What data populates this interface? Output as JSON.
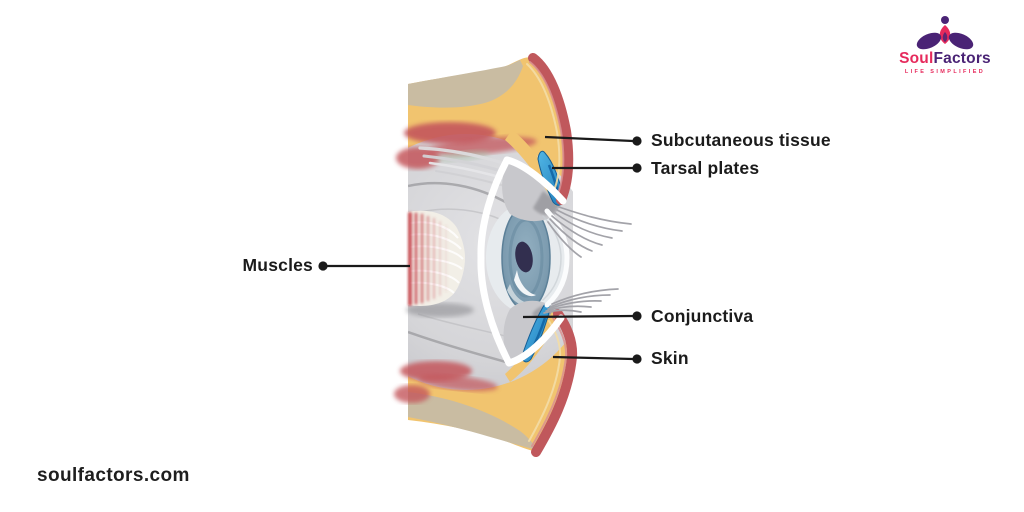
{
  "meta": {
    "type": "anatomical-diagram",
    "subject": "Cross-section of the human eye and eyelids"
  },
  "brand": {
    "name_primary": "Soul",
    "name_secondary": "Factors",
    "tagline": "LIFE SIMPLIFIED",
    "flower_icon": "lotus-person-flower"
  },
  "footer": {
    "website": "soulfactors.com"
  },
  "colors": {
    "brand-pink": "#e62a5c",
    "brand-purple": "#4a2375",
    "label-ink": "#1b1b1b",
    "leader-ink": "#1a1a1a",
    "fat-yellow": "#f1c46f",
    "bone-tan": "#c9bca2",
    "muscle-red": "#c0585c",
    "streak-red": "#c4565c",
    "pink-line": "#d99091",
    "cream-line": "#f3dda6",
    "tarsal-blue": "#2b9cd8",
    "eye-gray": "#d5d5d8",
    "lid-gray": "#c8c8cc",
    "iris-blue": "#7d9cb0",
    "pupil-navy": "#322f4f",
    "muscle-cream": "#f2efe7"
  },
  "diagram": {
    "labels": [
      {
        "id": "muscles",
        "text": "Muscles",
        "side": "left"
      },
      {
        "id": "subcutaneous-tissue",
        "text": "Subcutaneous tissue",
        "side": "right"
      },
      {
        "id": "tarsal-plates",
        "text": "Tarsal plates",
        "side": "right"
      },
      {
        "id": "conjunctiva",
        "text": "Conjunctiva",
        "side": "right"
      },
      {
        "id": "skin",
        "text": "Skin",
        "side": "right"
      }
    ]
  }
}
